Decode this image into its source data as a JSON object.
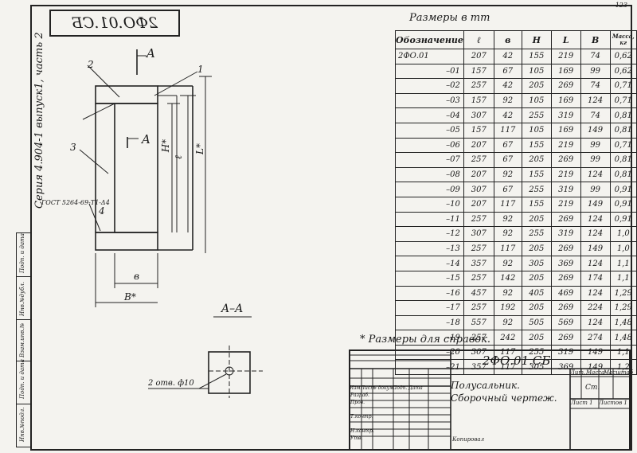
{
  "drawing": {
    "mirrored_code": "2ФО.01.СБ",
    "sheet_number": "123",
    "series_text": "Серия 4.904-1 выпуск1, часть 2",
    "parts": [
      "1",
      "2",
      "3",
      "4"
    ],
    "gost_label": "ГОСТ 5264-69-Т1-Δ4",
    "section_mark": "A",
    "section_title": "A–A",
    "dim_H": "H*",
    "dim_l": "ℓ",
    "dim_L": "L*",
    "dim_b": "в",
    "dim_B": "B*",
    "holes_label": "2 отв. ф10"
  },
  "side_labels": [
    "Инв.№подл.",
    "Подп. и дата",
    "Взам.инв.№",
    "Инв.№дубл.",
    "Подп. и дата"
  ],
  "table": {
    "title": "Размеры в mm",
    "headers": [
      "Обозначение",
      "ℓ",
      "в",
      "H",
      "L",
      "B",
      "Масса, кг"
    ],
    "rows": [
      [
        "2ФО.01",
        "207",
        "42",
        "155",
        "219",
        "74",
        "0,62"
      ],
      [
        "–01",
        "157",
        "67",
        "105",
        "169",
        "99",
        "0,62"
      ],
      [
        "–02",
        "257",
        "42",
        "205",
        "269",
        "74",
        "0,71"
      ],
      [
        "–03",
        "157",
        "92",
        "105",
        "169",
        "124",
        "0,71"
      ],
      [
        "–04",
        "307",
        "42",
        "255",
        "319",
        "74",
        "0,81"
      ],
      [
        "–05",
        "157",
        "117",
        "105",
        "169",
        "149",
        "0,81"
      ],
      [
        "–06",
        "207",
        "67",
        "155",
        "219",
        "99",
        "0,71"
      ],
      [
        "–07",
        "257",
        "67",
        "205",
        "269",
        "99",
        "0,81"
      ],
      [
        "–08",
        "207",
        "92",
        "155",
        "219",
        "124",
        "0,81"
      ],
      [
        "–09",
        "307",
        "67",
        "255",
        "319",
        "99",
        "0,91"
      ],
      [
        "–10",
        "207",
        "117",
        "155",
        "219",
        "149",
        "0,91"
      ],
      [
        "–11",
        "257",
        "92",
        "205",
        "269",
        "124",
        "0,91"
      ],
      [
        "–12",
        "307",
        "92",
        "255",
        "319",
        "124",
        "1,0"
      ],
      [
        "–13",
        "257",
        "117",
        "205",
        "269",
        "149",
        "1,0"
      ],
      [
        "–14",
        "357",
        "92",
        "305",
        "369",
        "124",
        "1,1"
      ],
      [
        "–15",
        "257",
        "142",
        "205",
        "269",
        "174",
        "1,1"
      ],
      [
        "–16",
        "457",
        "92",
        "405",
        "469",
        "124",
        "1,29"
      ],
      [
        "–17",
        "257",
        "192",
        "205",
        "269",
        "224",
        "1,29"
      ],
      [
        "–18",
        "557",
        "92",
        "505",
        "569",
        "124",
        "1,48"
      ],
      [
        "–19",
        "257",
        "242",
        "205",
        "269",
        "274",
        "1,48"
      ],
      [
        "–20",
        "307",
        "117",
        "255",
        "319",
        "149",
        "1,1"
      ],
      [
        "–21",
        "357",
        "117",
        "305",
        "369",
        "149",
        "1,2"
      ]
    ]
  },
  "note": "* Размеры для справок.",
  "title_block": {
    "code": "2ФО.01.СБ",
    "name_line1": "Полусальник.",
    "name_line2": "Сборочный чертеж.",
    "col_headers": [
      "Лит.",
      "Масса",
      "Масштаб"
    ],
    "material": "Ст.",
    "sheet": "Лист 1",
    "sheets": "Листов 1",
    "left_rows": [
      "Изм.",
      "Лист",
      "№ докум.",
      "Подп.",
      "Дата",
      "Разраб.",
      "Пров.",
      "Т.контр.",
      "Н.контр.",
      "Утв."
    ],
    "copied": "Копировал"
  }
}
